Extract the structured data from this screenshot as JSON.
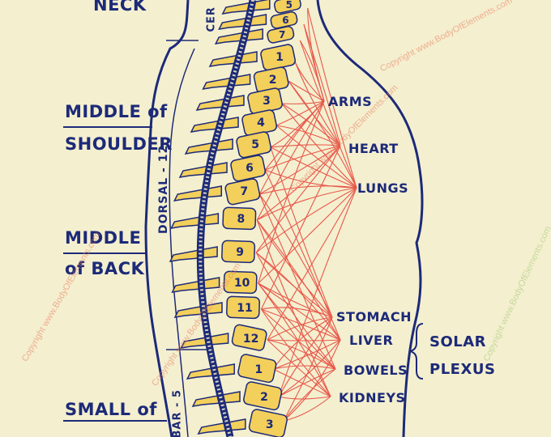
{
  "labels": {
    "neck": "NECK",
    "middle_of_shoulder_1": "MIDDLE of",
    "middle_of_shoulder_2": "SHOULDER",
    "middle_of_back_1": "MIDDLE",
    "middle_of_back_2": "of BACK",
    "small_of": "SMALL of",
    "cervical_partial": "CER",
    "dorsal": "DORSAL - 12",
    "lumbar_partial": "BAR - 5"
  },
  "organs": {
    "arms": "ARMS",
    "heart": "HEART",
    "lungs": "LUNGS",
    "stomach": "STOMACH",
    "liver": "LIVER",
    "bowels": "BOWELS",
    "kidneys": "KIDNEYS"
  },
  "solar_plexus": {
    "line1": "SOLAR",
    "line2": "PLEXUS"
  },
  "vertebrae": {
    "cervical": [
      "5",
      "6",
      "7"
    ],
    "dorsal": [
      "1",
      "2",
      "3",
      "4",
      "5",
      "6",
      "7",
      "8",
      "9",
      "10",
      "11",
      "12"
    ],
    "lumbar": [
      "1",
      "2",
      "3"
    ]
  },
  "watermark": "Copyright www.BodyOfElements.com",
  "colors": {
    "background": "#f4efcf",
    "outline": "#1c2a78",
    "vertebra": "#f3cf5c",
    "nerve": "#e8574a"
  }
}
